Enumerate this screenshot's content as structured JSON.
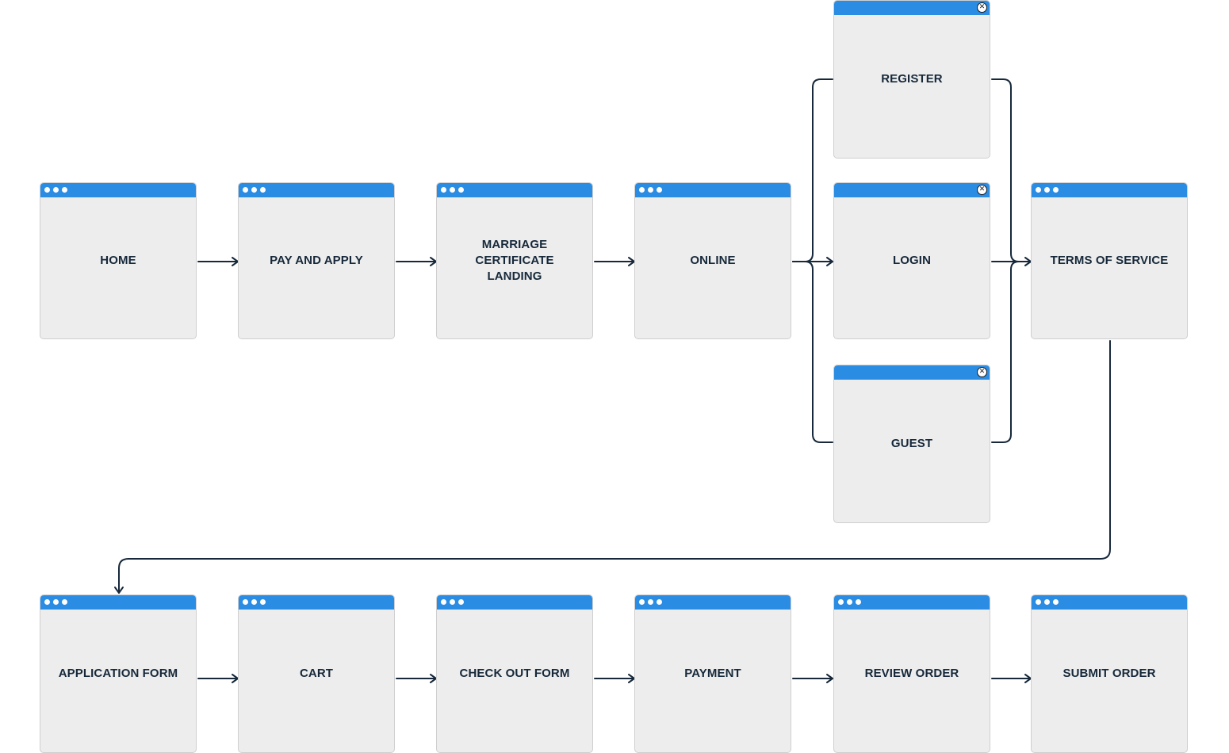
{
  "colors": {
    "title_bar": "#2b8ce3",
    "page_fill": "#ededed",
    "connector": "#16283a"
  },
  "nodes": {
    "home": {
      "label": "HOME",
      "window_icon": "three-dots"
    },
    "pay_and_apply": {
      "label": "PAY AND APPLY",
      "window_icon": "three-dots"
    },
    "marriage_certificate_landing": {
      "label": "MARRIAGE CERTIFICATE LANDING",
      "window_icon": "three-dots"
    },
    "online": {
      "label": "ONLINE",
      "window_icon": "three-dots"
    },
    "register": {
      "label": "REGISTER",
      "window_icon": "close-icon"
    },
    "login": {
      "label": "LOGIN",
      "window_icon": "close-icon"
    },
    "guest": {
      "label": "GUEST",
      "window_icon": "close-icon"
    },
    "terms_of_service": {
      "label": "TERMS OF SERVICE",
      "window_icon": "three-dots"
    },
    "application_form": {
      "label": "APPLICATION FORM",
      "window_icon": "three-dots"
    },
    "cart": {
      "label": "CART",
      "window_icon": "three-dots"
    },
    "check_out_form": {
      "label": "CHECK OUT FORM",
      "window_icon": "three-dots"
    },
    "payment": {
      "label": "PAYMENT",
      "window_icon": "three-dots"
    },
    "review_order": {
      "label": "REVIEW ORDER",
      "window_icon": "three-dots"
    },
    "submit_order": {
      "label": "SUBMIT ORDER",
      "window_icon": "three-dots"
    }
  },
  "edges": [
    [
      "home",
      "pay_and_apply"
    ],
    [
      "pay_and_apply",
      "marriage_certificate_landing"
    ],
    [
      "marriage_certificate_landing",
      "online"
    ],
    [
      "online",
      "register"
    ],
    [
      "online",
      "login"
    ],
    [
      "online",
      "guest"
    ],
    [
      "register",
      "terms_of_service"
    ],
    [
      "login",
      "terms_of_service"
    ],
    [
      "guest",
      "terms_of_service"
    ],
    [
      "terms_of_service",
      "application_form"
    ],
    [
      "application_form",
      "cart"
    ],
    [
      "cart",
      "check_out_form"
    ],
    [
      "check_out_form",
      "payment"
    ],
    [
      "payment",
      "review_order"
    ],
    [
      "review_order",
      "submit_order"
    ]
  ]
}
